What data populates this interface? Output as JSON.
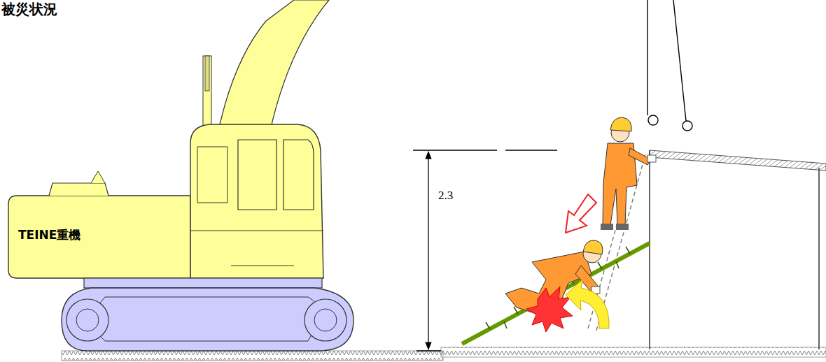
{
  "diagram": {
    "title": "被災状況",
    "nodes": [
      {
        "text": [
          "TEINE重機"
        ]
      }
    ],
    "labels": [
      "2.3"
    ]
  }
}
